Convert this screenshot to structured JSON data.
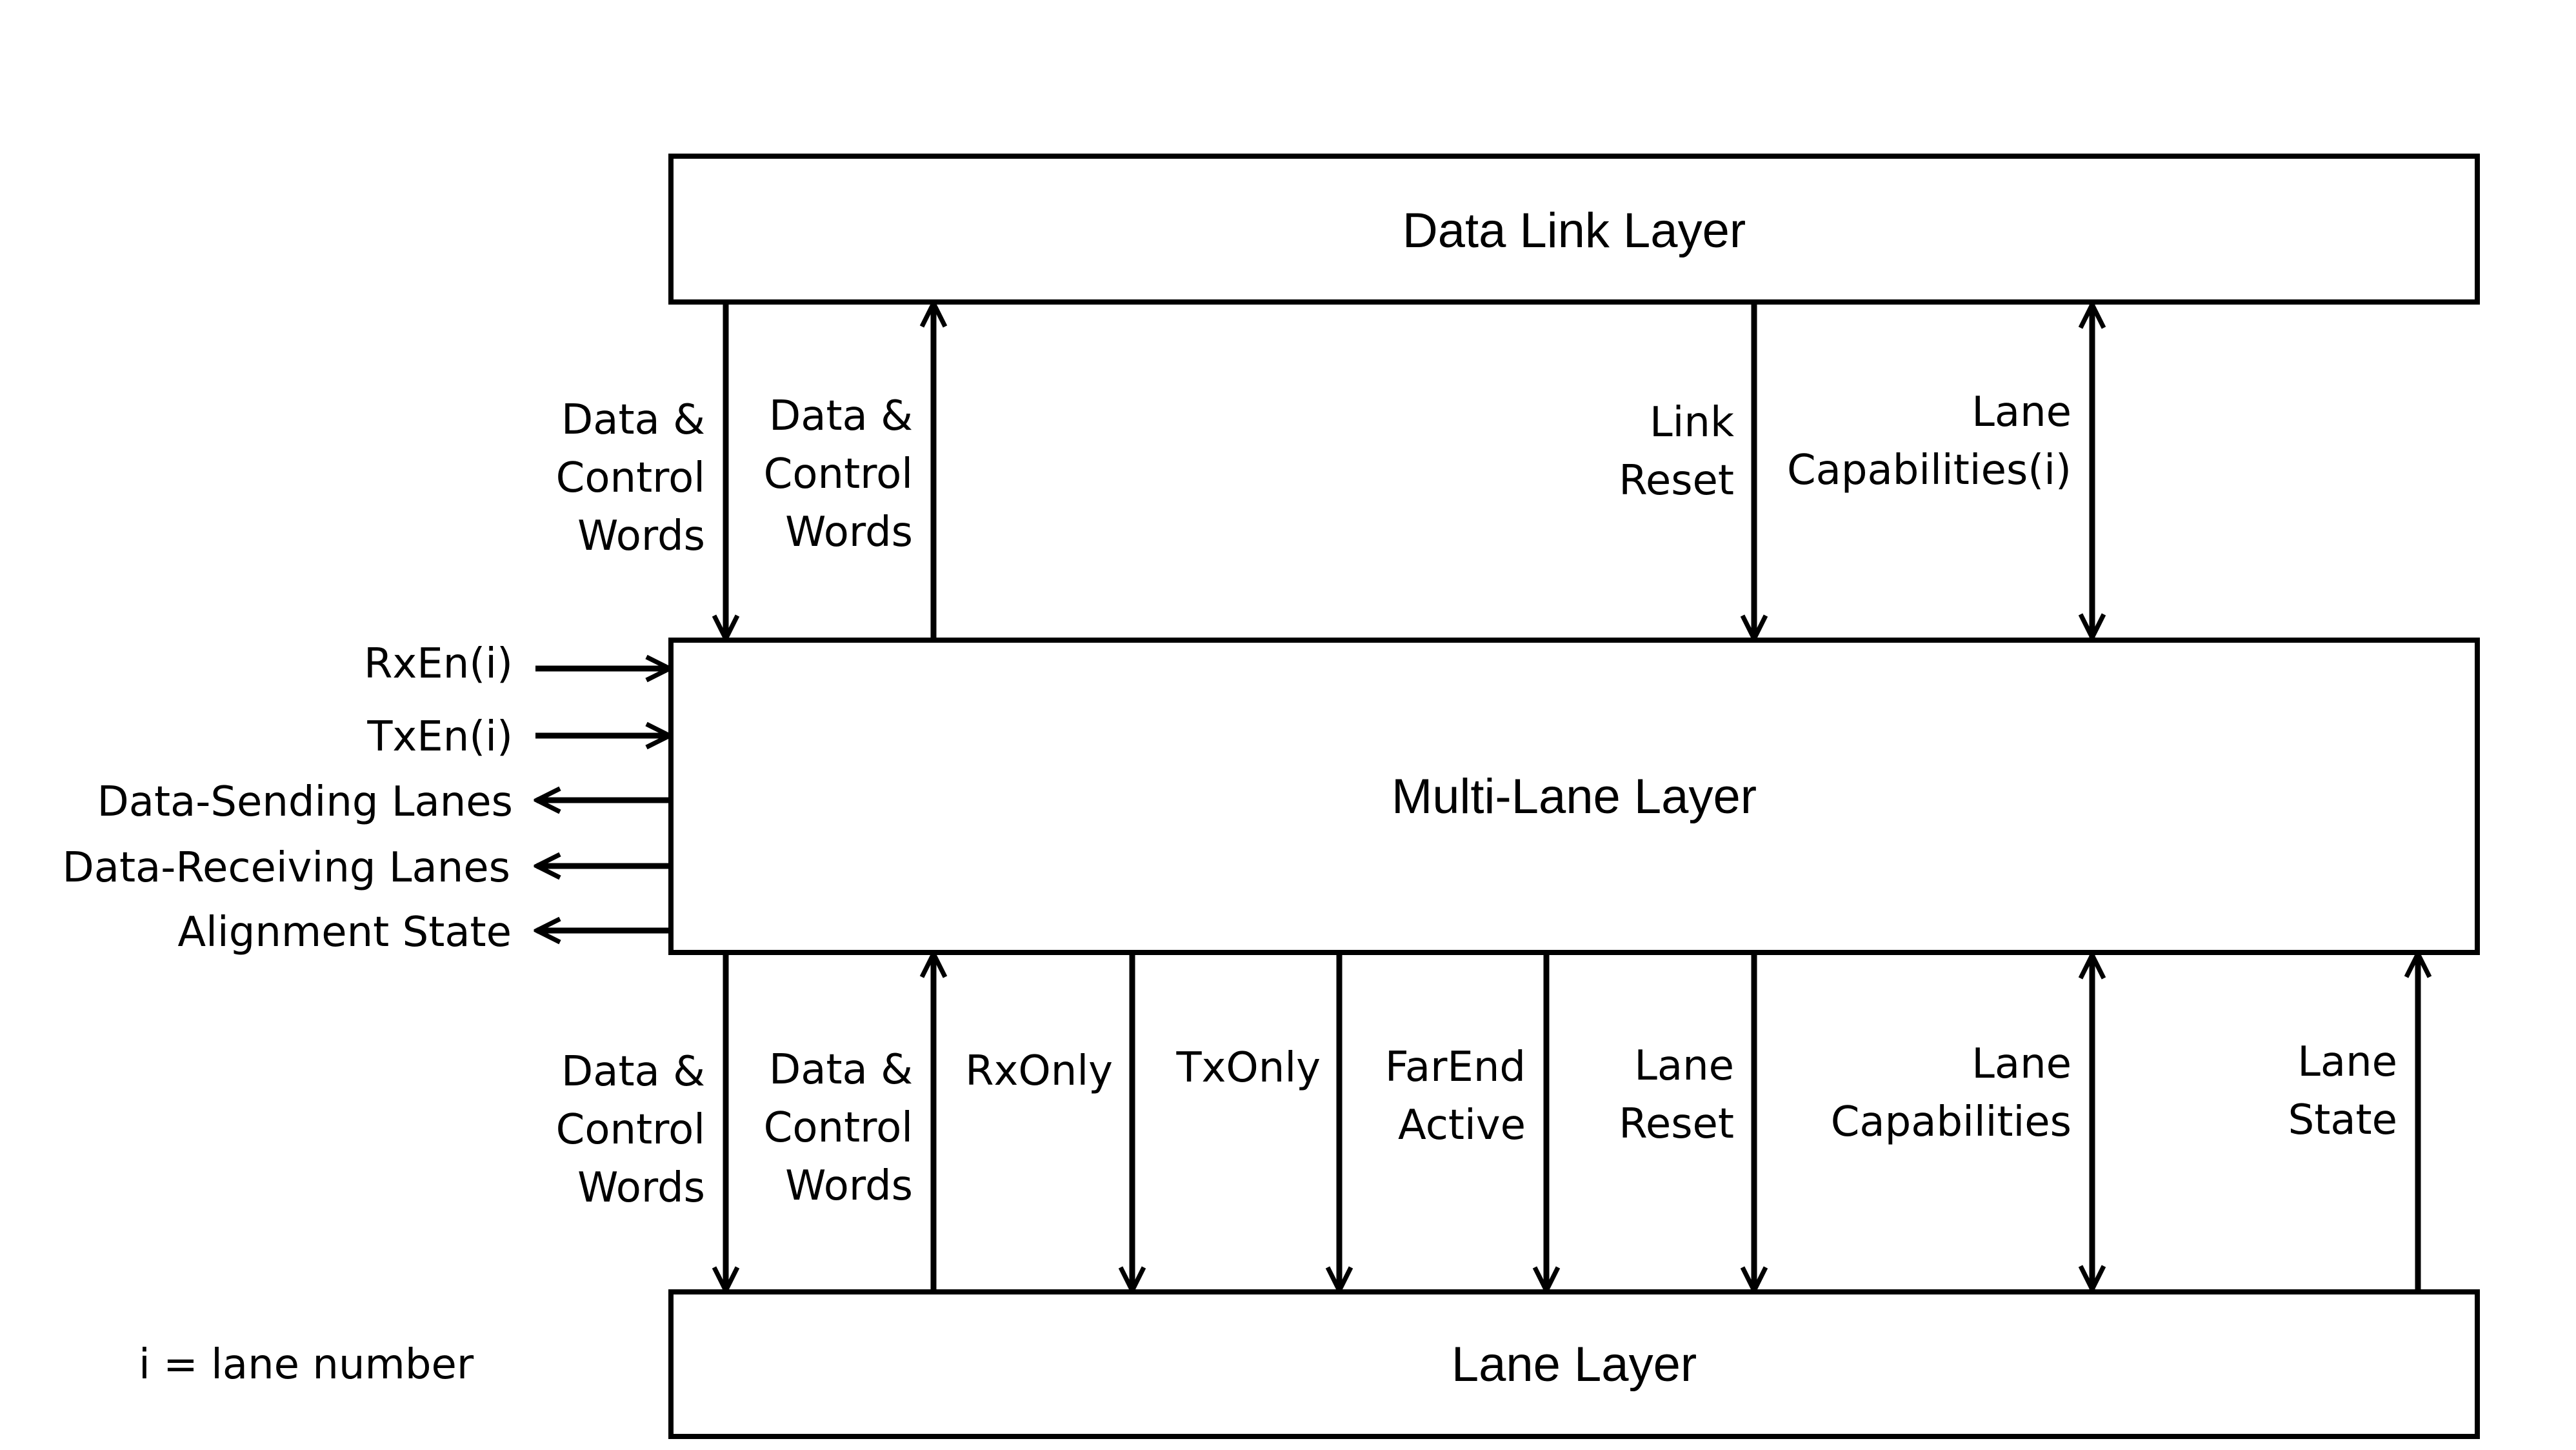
{
  "layers": {
    "data_link": "Data Link Layer",
    "multi_lane": "Multi-Lane Layer",
    "lane": "Lane Layer"
  },
  "upper_signals": {
    "dc_down": [
      "Data &",
      "Control",
      "Words"
    ],
    "dc_up": [
      "Data &",
      "Control",
      "Words"
    ],
    "link_reset": [
      "Link",
      "Reset"
    ],
    "lane_caps_i": [
      "Lane",
      "Capabilities(i)"
    ]
  },
  "side_signals": {
    "rxen": "RxEn(i)",
    "txen": "TxEn(i)",
    "data_sending": "Data-Sending Lanes",
    "data_receiving": "Data-Receiving Lanes",
    "alignment": "Alignment State"
  },
  "lower_signals": {
    "dc_down": [
      "Data &",
      "Control",
      "Words"
    ],
    "dc_up": [
      "Data &",
      "Control",
      "Words"
    ],
    "rxonly": [
      "RxOnly"
    ],
    "txonly": [
      "TxOnly"
    ],
    "farend": [
      "FarEnd",
      "Active"
    ],
    "lane_reset": [
      "Lane",
      "Reset"
    ],
    "lane_caps": [
      "Lane",
      "Capabilities"
    ],
    "lane_state": [
      "Lane",
      "State"
    ]
  },
  "legend": "i = lane number"
}
